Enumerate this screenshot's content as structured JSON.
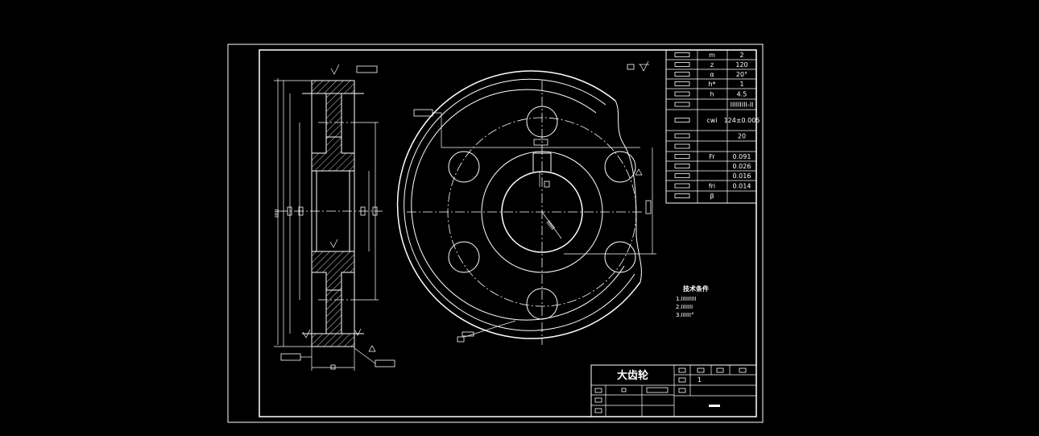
{
  "gear_parameters": [
    {
      "symbol": "m",
      "value": "2"
    },
    {
      "symbol": "z",
      "value": "120"
    },
    {
      "symbol": "α",
      "value": "20°"
    },
    {
      "symbol": "h*",
      "value": "1"
    },
    {
      "symbol": "h",
      "value": "4.5"
    },
    {
      "symbol": "",
      "value": "IIIIIIIII-II"
    },
    {
      "symbol": "cwi",
      "value": "124±0.005"
    },
    {
      "symbol": "",
      "value": "20"
    },
    {
      "symbol": "",
      "value": ""
    },
    {
      "symbol": "Fr",
      "value": "0.091"
    },
    {
      "symbol": "",
      "value": "0.026"
    },
    {
      "symbol": "",
      "value": "0.016"
    },
    {
      "symbol": "fri",
      "value": "0.014"
    },
    {
      "symbol": "β",
      "value": ""
    }
  ],
  "technical_requirements": {
    "title": "技术条件",
    "lines": [
      "1.IIIIIIIII",
      "2.IIIIIII",
      "3.IIIIII°"
    ]
  },
  "title_block": {
    "part_name": "大齿轮",
    "sheet_no": "1"
  }
}
